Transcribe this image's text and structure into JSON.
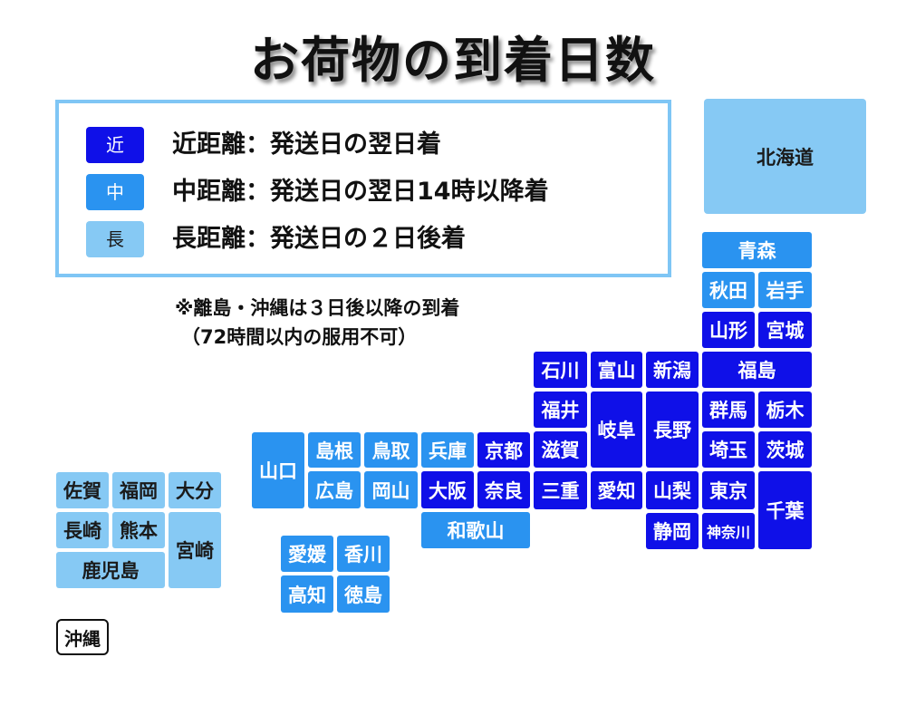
{
  "title": "お荷物の到着日数",
  "legend": [
    {
      "badge": "近",
      "text": "近距離：発送日の翌日着"
    },
    {
      "badge": "中",
      "text": "中距離：発送日の翌日14時以降着"
    },
    {
      "badge": "長",
      "text": "長距離：発送日の２日後着"
    }
  ],
  "notes": {
    "line1": "※離島・沖縄は３日後以降の到着",
    "line2": "（72時間以内の服用不可）"
  },
  "colors": {
    "near": "#0f10e8",
    "mid": "#2a93f0",
    "far": "#86c9f4"
  },
  "regions": {
    "hokkaido": "北海道",
    "aomori": "青森",
    "akita": "秋田",
    "iwate": "岩手",
    "yamagata": "山形",
    "miyagi": "宮城",
    "ishikawa": "石川",
    "toyama": "富山",
    "niigata": "新潟",
    "fukushima": "福島",
    "fukui": "福井",
    "gifu": "岐阜",
    "nagano": "長野",
    "gunma": "群馬",
    "tochigi": "栃木",
    "shiga": "滋賀",
    "saitama": "埼玉",
    "ibaraki": "茨城",
    "mie": "三重",
    "aichi": "愛知",
    "yamanashi": "山梨",
    "tokyo": "東京",
    "chiba": "千葉",
    "shizuoka": "静岡",
    "kanagawa": "神奈川",
    "yamaguchi": "山口",
    "shimane": "島根",
    "tottori": "鳥取",
    "hyogo": "兵庫",
    "kyoto": "京都",
    "hiroshima": "広島",
    "okayama": "岡山",
    "osaka": "大阪",
    "nara": "奈良",
    "wakayama": "和歌山",
    "ehime": "愛媛",
    "kagawa": "香川",
    "kochi": "高知",
    "tokushima": "徳島",
    "saga": "佐賀",
    "fukuoka": "福岡",
    "oita": "大分",
    "nagasaki": "長崎",
    "kumamoto": "熊本",
    "miyazaki": "宮崎",
    "kagoshima": "鹿児島",
    "okinawa": "沖縄"
  }
}
